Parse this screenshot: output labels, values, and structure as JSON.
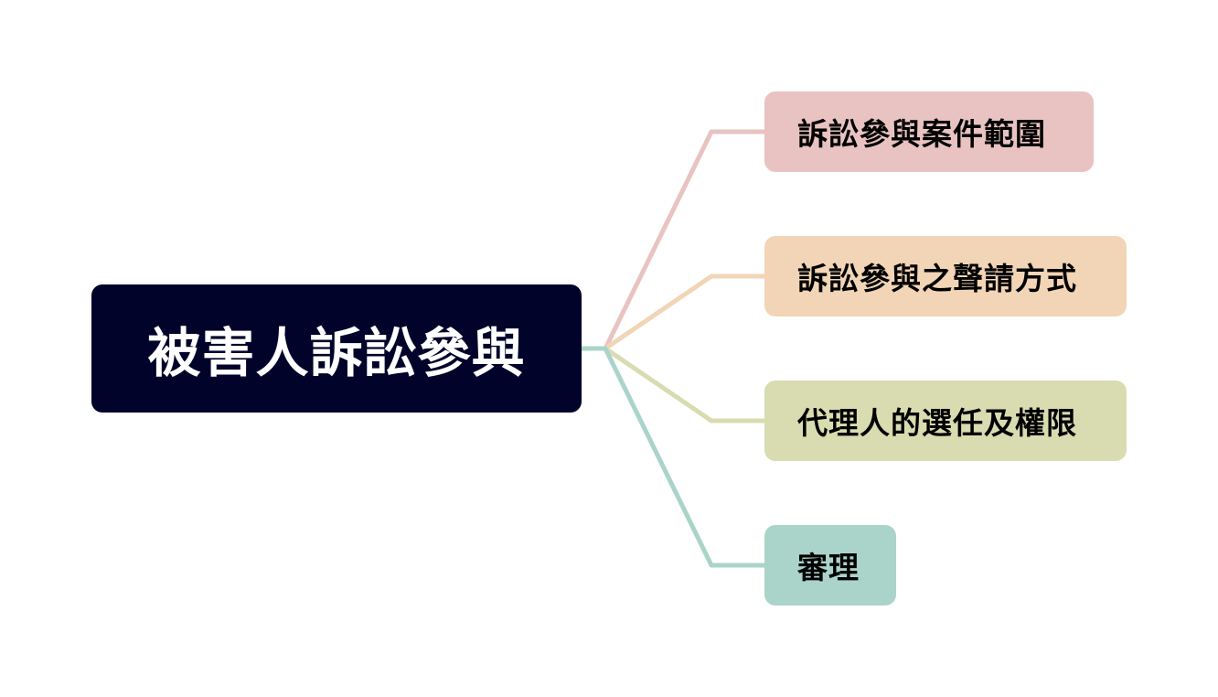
{
  "diagram": {
    "root": {
      "label": "被害人訴訟參與",
      "color": "#02032a"
    },
    "branches": [
      {
        "label": "訴訟參與案件範圍",
        "color": "#e8c3c2"
      },
      {
        "label": "訴訟參與之聲請方式",
        "color": "#f2d5b6"
      },
      {
        "label": "代理人的選任及權限",
        "color": "#d9dcb0"
      },
      {
        "label": "審理",
        "color": "#aad4ca"
      }
    ]
  }
}
